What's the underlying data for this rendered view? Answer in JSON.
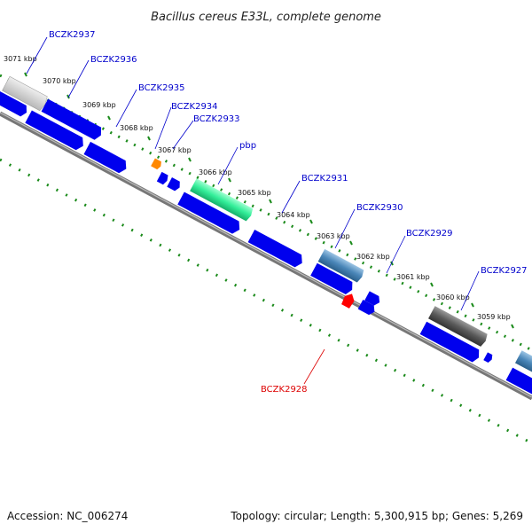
{
  "title": "Bacillus cereus E33L, complete genome",
  "footer": {
    "accession": "Accession: NC_006274",
    "topology": "Topology: circular; Length: 5,300,915 bp; Genes: 5,269"
  },
  "ticks": [
    "3071 kbp",
    "3070 kbp",
    "3069 kbp",
    "3068 kbp",
    "3067 kbp",
    "3066 kbp",
    "3065 kbp",
    "3064 kbp",
    "3063 kbp",
    "3062 kbp",
    "3061 kbp",
    "3060 kbp",
    "3059 kbp"
  ],
  "genes": {
    "g2937": "BCZK2937",
    "g2936": "BCZK2936",
    "g2935": "BCZK2935",
    "g2934": "BCZK2934",
    "g2933": "BCZK2933",
    "pbp": "pbp",
    "g2931": "BCZK2931",
    "g2930": "BCZK2930",
    "g2929": "BCZK2929",
    "g2927": "BCZK2927",
    "g2928": "BCZK2928"
  },
  "colors": {
    "backbone": "#808080",
    "cds": "#0000ee",
    "guide": "#1a8a1a",
    "highlight_green": "#33ee99",
    "highlight_orange": "#ff8800",
    "highlight_red": "#ff0000",
    "highlight_steel": "#4a86b8",
    "highlight_gray": "#5a5a5a",
    "label_blue": "#0000cc",
    "label_red": "#dd0000"
  }
}
